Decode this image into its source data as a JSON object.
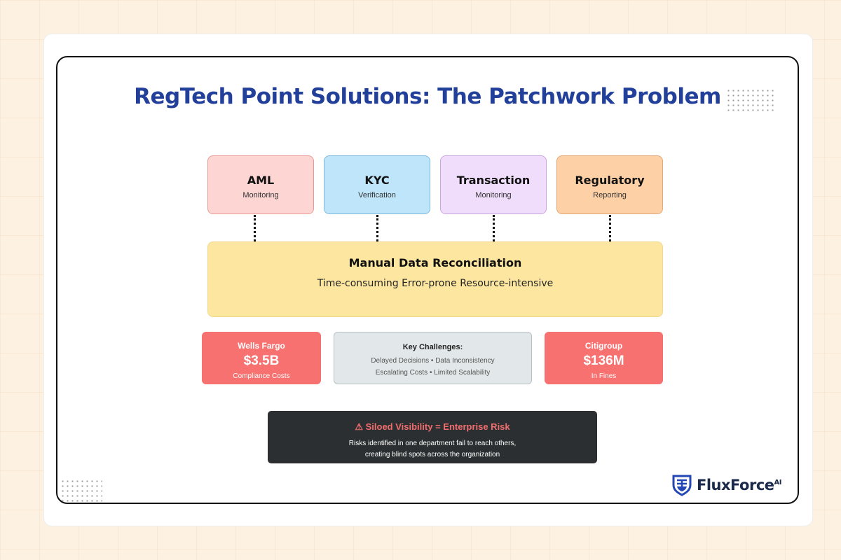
{
  "title": "RegTech Point Solutions: The Patchwork Problem",
  "modules": [
    {
      "name": "AML",
      "sub": "Monitoring",
      "bg": "#fdd5d3",
      "border": "#e89a96"
    },
    {
      "name": "KYC",
      "sub": "Verification",
      "bg": "#bfe5fb",
      "border": "#7cb9dd"
    },
    {
      "name": "Transaction",
      "sub": "Monitoring",
      "bg": "#f0dcfb",
      "border": "#c9a6e0"
    },
    {
      "name": "Regulatory",
      "sub": "Reporting",
      "bg": "#fdd0a6",
      "border": "#e0a877"
    }
  ],
  "reconciliation": {
    "title": "Manual Data Reconciliation",
    "desc": "Time-consuming Error-prone Resource-intensive"
  },
  "stats": [
    {
      "company": "Wells Fargo",
      "value": "$3.5B",
      "label": "Compliance Costs"
    },
    {
      "company": "Citigroup",
      "value": "$136M",
      "label": "In Fines"
    }
  ],
  "challenges": {
    "title": "Key Challenges:",
    "line1": "Delayed Decisions • Data Inconsistency",
    "line2": "Escalating Costs • Limited Scalability"
  },
  "risk": {
    "title": "⚠ Siloed Visibility = Enterprise Risk",
    "line1": "Risks identified in one department fail to reach others,",
    "line2": "creating blind spots across the organization"
  },
  "logo": {
    "name": "FluxForce",
    "suffix": "AI",
    "icon": "shield-icon"
  }
}
